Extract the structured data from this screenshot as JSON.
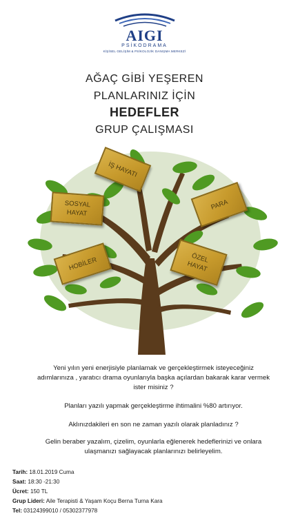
{
  "logo": {
    "name": "AIGI",
    "subtitle": "PSİKODRAMA",
    "tagline": "KİŞİSEL GELİŞİM & PSİKOLOJİK DANIŞMA MERKEZİ"
  },
  "heading": {
    "line1": "AĞAÇ GİBİ YEŞEREN",
    "line2": "PLANLARINIZ İÇİN",
    "line3": "HEDEFLER",
    "line4": "GRUP ÇALIŞMASI"
  },
  "tree": {
    "planks": [
      {
        "id": "is",
        "label": "İŞ HAYATI"
      },
      {
        "id": "sosyal",
        "label": "SOSYAL\nHAYAT"
      },
      {
        "id": "para",
        "label": "PARA"
      },
      {
        "id": "hobiler",
        "label": "HOBİLER"
      },
      {
        "id": "ozel",
        "label": "ÖZEL\nHAYAT"
      }
    ],
    "colors": {
      "circle": "#dde6cf",
      "trunk": "#5a3b1c",
      "leaf": "#4f9a22"
    }
  },
  "body": {
    "p1": "Yeni yılın yeni enerjisiyle planlamak ve gerçekleştirmek isteyeceğiniz adımlarınıza , yaratıcı drama oyunlarıyla başka açılardan bakarak karar vermek ister misiniz ?",
    "p2": "Planları yazılı yapmak gerçekleştirme ihtimalini %80 artırıyor.",
    "p3": "Aklınızdakileri en son ne zaman yazılı olarak planladınız ?",
    "p4": "Gelin beraber yazalım, çizelim, oyunlarla eğlenerek hedeflerinizi ve onlara ulaşmanızı sağlayacak planlarınızı belirleyelim."
  },
  "details": {
    "date_label": "Tarih:",
    "date": "18.01.2019 Cuma",
    "time_label": "Saat:",
    "time": "18:30 -21:30",
    "fee_label": "Ücret:",
    "fee": "150 TL",
    "leader_label": "Grup Lideri:",
    "leader": "Aile Terapisti & Yaşam Koçu Berna Turna Kara",
    "phone_label": "Tel:",
    "phone": "03124399010 / 05302377978"
  }
}
